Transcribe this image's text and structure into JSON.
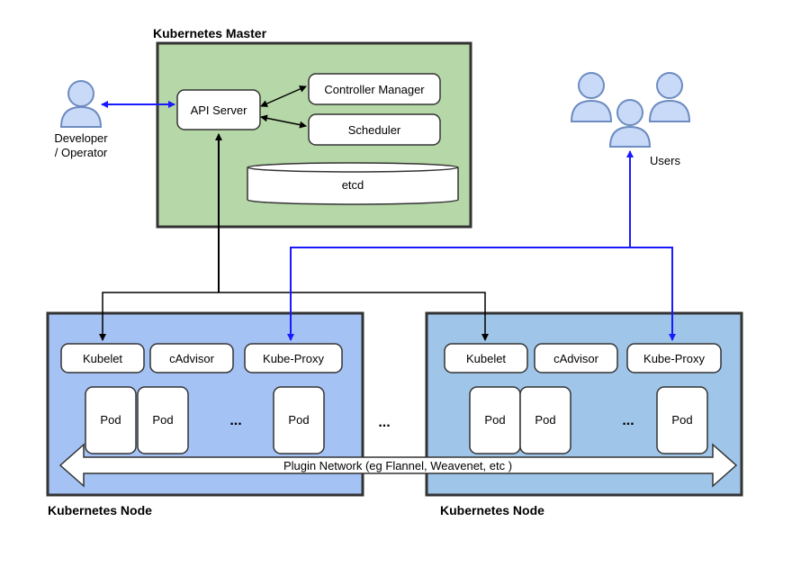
{
  "master": {
    "title": "Kubernetes Master",
    "api_server": "API Server",
    "controller_manager": "Controller Manager",
    "scheduler": "Scheduler",
    "etcd": "etcd"
  },
  "developer": {
    "label_line1": "Developer",
    "label_line2": "/ Operator"
  },
  "users": {
    "label": "Users"
  },
  "nodes": [
    {
      "title": "Kubernetes Node",
      "kubelet": "Kubelet",
      "cadvisor": "cAdvisor",
      "kube_proxy": "Kube-Proxy",
      "pods": [
        "Pod",
        "Pod",
        "Pod"
      ],
      "ellipsis": "..."
    },
    {
      "title": "Kubernetes Node",
      "kubelet": "Kubelet",
      "cadvisor": "cAdvisor",
      "kube_proxy": "Kube-Proxy",
      "pods": [
        "Pod",
        "Pod",
        "Pod"
      ],
      "ellipsis": "..."
    }
  ],
  "between_nodes": "...",
  "network": {
    "label": "Plugin Network (eg Flannel, Weavenet, etc )"
  },
  "colors": {
    "master_fill": "#b6d7a8",
    "node1_fill": "#a4c2f4",
    "node2_fill": "#9fc5e8",
    "person_fill": "#c9daf8",
    "person_stroke": "#6d8cc0",
    "blue_link": "#1a1aff",
    "black_link": "#000000"
  }
}
